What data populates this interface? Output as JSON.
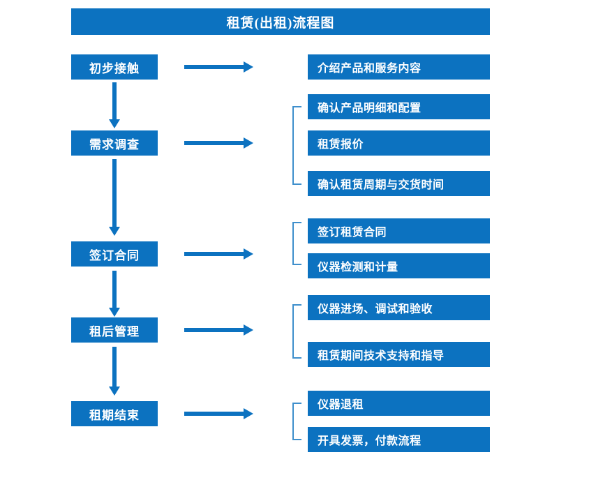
{
  "diagram": {
    "title": "租赁(出租)流程图",
    "colors": {
      "box_fill": "#0C72C0",
      "box_text": "#FFFFFF",
      "arrow": "#0C72C0",
      "bracket": "#3E8FCC",
      "background": "#FFFFFF"
    },
    "stages": [
      {
        "label": "初步接触"
      },
      {
        "label": "需求调查"
      },
      {
        "label": "签订合同"
      },
      {
        "label": "租后管理"
      },
      {
        "label": "租期结束"
      }
    ],
    "details": [
      {
        "label": "介绍产品和服务内容"
      },
      {
        "label": "确认产品明细和配置"
      },
      {
        "label": "租赁报价"
      },
      {
        "label": "确认租赁周期与交货时间"
      },
      {
        "label": "签订租赁合同"
      },
      {
        "label": "仪器检测和计量"
      },
      {
        "label": "仪器进场、调试和验收"
      },
      {
        "label": "租赁期间技术支持和指导"
      },
      {
        "label": "仪器退租"
      },
      {
        "label": "开具发票，付款流程"
      }
    ]
  }
}
